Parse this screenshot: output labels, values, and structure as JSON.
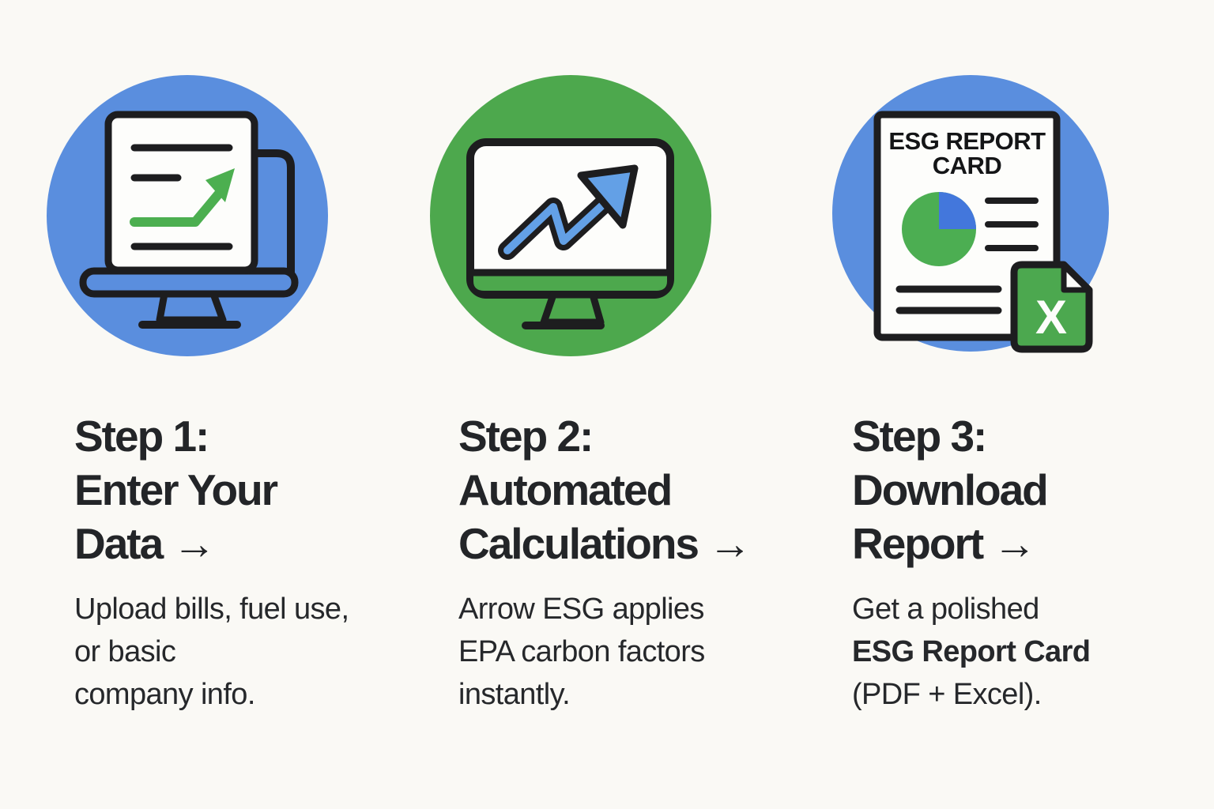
{
  "page": {
    "type": "three-step-process-infographic",
    "background": "#FAF9F5"
  },
  "colors": {
    "background": "#FAF9F5",
    "circle_blue": "#5A8EDE",
    "circle_green": "#4DA84D",
    "accent_green": "#4CAF50",
    "arrow_blue": "#63A0E6",
    "pie_green": "#4CAE52",
    "pie_blue": "#4377DC",
    "excel_green": "#4CA84F",
    "outline_black": "#1D1D1F",
    "doc_white": "#FDFDFB",
    "text": "#232528"
  },
  "icons": {
    "step1": {
      "name": "laptop-document-growth-chart-icon",
      "circle_color": "#5A8EDE"
    },
    "step2": {
      "name": "monitor-trending-up-arrow-icon",
      "circle_color": "#4DA84D"
    },
    "step3": {
      "name": "esg-report-card-document-icon",
      "circle_color": "#5A8EDE",
      "report_title_line1": "ESG REPORT",
      "report_title_line2": "CARD",
      "excel_letter": "X"
    }
  },
  "steps": [
    {
      "heading_line1": "Step 1:",
      "heading_line2": "Enter Your",
      "heading_line3": "Data →",
      "desc_line1": "Upload bills, fuel use,",
      "desc_line2": "or basic",
      "desc_line3": "company info."
    },
    {
      "heading_line1": "Step 2:",
      "heading_line2": "Automated",
      "heading_line3": "Calculations →",
      "desc_line1": "Arrow ESG applies",
      "desc_line2": "EPA carbon factors",
      "desc_line3": "instantly."
    },
    {
      "heading_line1": "Step 3:",
      "heading_line2": "Download",
      "heading_line3": "Report →",
      "desc_line1": "Get a polished",
      "desc_line2": "ESG Report Card",
      "desc_line3": "(PDF + Excel)."
    }
  ]
}
